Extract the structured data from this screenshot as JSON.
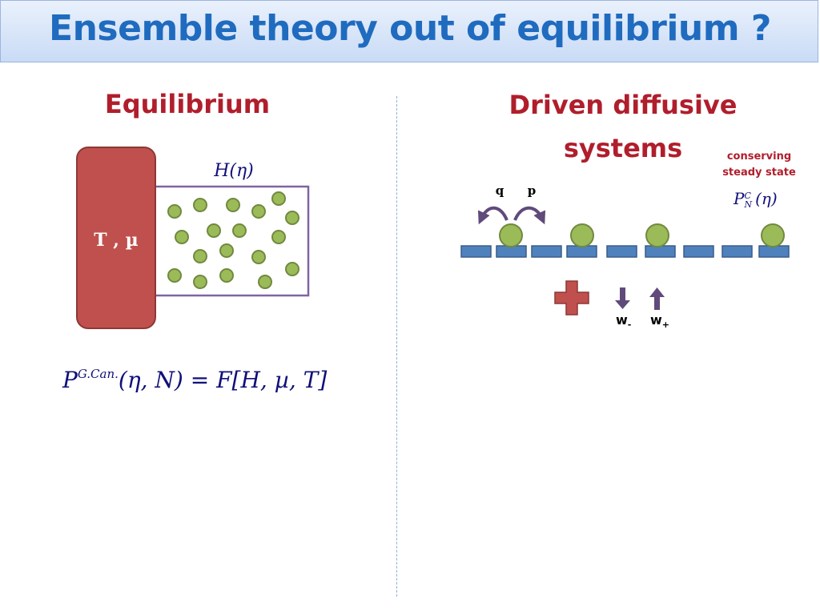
{
  "slide": {
    "title": "Ensemble theory out of equilibrium ?",
    "left": {
      "heading": "Equilibrium",
      "reservoir_label": "T , µ",
      "hamiltonian_label": "H(η)",
      "formula": "P^{G.Can.}(η, N) = F[H, µ, T]"
    },
    "right": {
      "heading_line1": "Driven diffusive",
      "heading_line2": "systems",
      "note_line1": "conserving",
      "note_line2": "steady state",
      "distribution_label": "P_N^C(η)",
      "hop_left_label": "q",
      "hop_right_label": "p",
      "rate_minus_label": "w-",
      "rate_plus_label": "w+"
    },
    "colors": {
      "title": "#1f6bbf",
      "heading": "#b01e2c",
      "reservoir": "#c0504d",
      "particle": "#9bbb59",
      "box_border": "#8064a2",
      "site": "#4f81bd",
      "arrow": "#604a7b"
    }
  }
}
